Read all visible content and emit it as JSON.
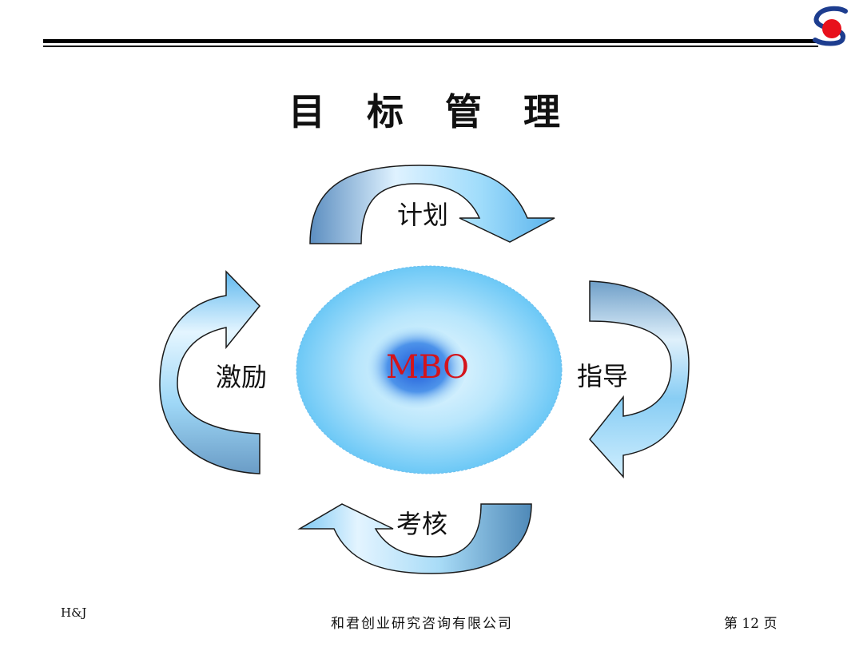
{
  "title": "目 标 管 理",
  "center": {
    "label": "MBO",
    "color": "#d4141b"
  },
  "cycle": {
    "top_label": "计划",
    "right_label": "指导",
    "bottom_label": "考核",
    "left_label": "激励"
  },
  "footer": {
    "left": "H&J",
    "center": "和君创业研究咨询有限公司",
    "right": "第 12 页"
  },
  "colors": {
    "arrow_light": "#dff2ff",
    "arrow_mid": "#6fc3f2",
    "arrow_dark": "#4f89b8",
    "ellipse_outer": "#7fd0f8",
    "ellipse_inner": "#2f7fe0",
    "logo_red": "#e8101c",
    "logo_blue": "#1d3d8f"
  }
}
